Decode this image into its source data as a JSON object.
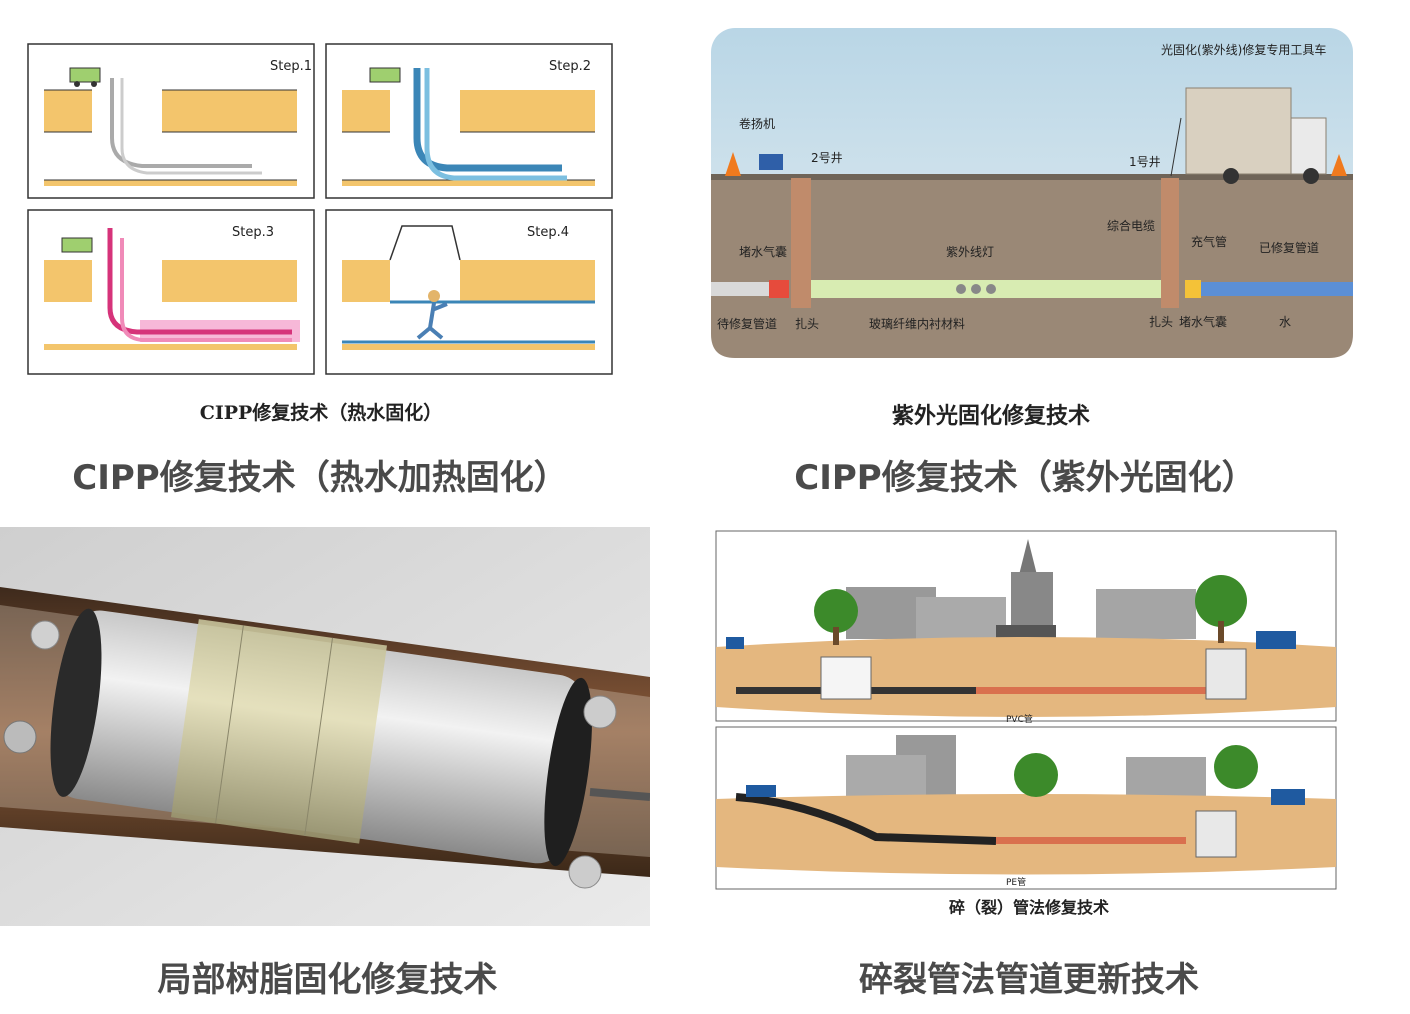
{
  "panels": {
    "cipp_hot": {
      "steps": [
        "Step.1",
        "Step.2",
        "Step.3",
        "Step.4"
      ],
      "subcaption": "CIPP修复技术（热水固化）",
      "caption": "CIPP修复技术（热水加热固化）"
    },
    "cipp_uv": {
      "labels": {
        "truck": "光固化(紫外线)修复专用工具车",
        "winch": "卷扬机",
        "well2": "2号井",
        "well1": "1号井",
        "cable": "综合电缆",
        "inflate": "充气管",
        "plug_left": "堵水气囊",
        "uv_lamp": "紫外线灯",
        "repaired": "已修复管道",
        "pending": "待修复管道",
        "clamp_left": "扎头",
        "fiberglass": "玻璃纤维内衬材料",
        "clamp_right": "扎头",
        "plug_right": "堵水气囊",
        "water": "水"
      },
      "subcaption": "紫外光固化修复技术",
      "caption": "CIPP修复技术（紫外光固化）"
    },
    "resin": {
      "caption": "局部树脂固化修复技术"
    },
    "burst": {
      "pvc_label": "PVC管",
      "pe_label": "PE管",
      "subcaption": "碎（裂）管法修复技术",
      "caption": "碎裂管法管道更新技术"
    }
  }
}
